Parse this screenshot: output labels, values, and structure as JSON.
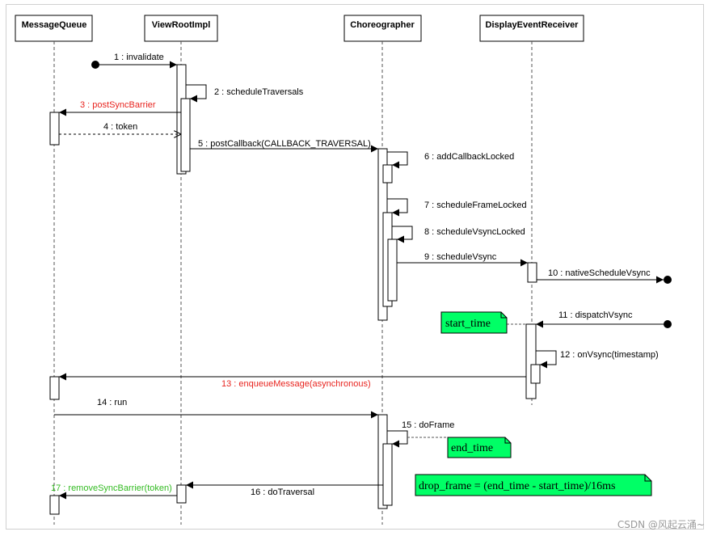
{
  "participants": [
    {
      "name": "MessageQueue"
    },
    {
      "name": "ViewRootImpl"
    },
    {
      "name": "Choreographer"
    },
    {
      "name": "DisplayEventReceiver"
    }
  ],
  "messages": [
    {
      "label": "1 : invalidate"
    },
    {
      "label": "2 : scheduleTraversals"
    },
    {
      "label": "3 : postSyncBarrier",
      "color": "#e8241f"
    },
    {
      "label": "4 : token"
    },
    {
      "label": "5 : postCallback(CALLBACK_TRAVERSAL)"
    },
    {
      "label": "6 : addCallbackLocked"
    },
    {
      "label": "7 : scheduleFrameLocked"
    },
    {
      "label": "8 : scheduleVsyncLocked"
    },
    {
      "label": "9 : scheduleVsync"
    },
    {
      "label": "10 : nativeScheduleVsync"
    },
    {
      "label": "11 : dispatchVsync"
    },
    {
      "label": "12 : onVsync(timestamp)"
    },
    {
      "label": "13 : enqueueMessage(asynchronous)",
      "color": "#e8241f"
    },
    {
      "label": "14 : run"
    },
    {
      "label": "15 : doFrame"
    },
    {
      "label": "16 : doTraversal"
    },
    {
      "label": "17 : removeSyncBarrier(token)",
      "color": "#33bb22"
    }
  ],
  "notes": [
    {
      "text": "start_time"
    },
    {
      "text": "end_time"
    },
    {
      "text": "drop_frame = (end_time - start_time)/16ms"
    }
  ],
  "note_fill": "#00ff66",
  "watermark": "CSDN @风起云涌~"
}
